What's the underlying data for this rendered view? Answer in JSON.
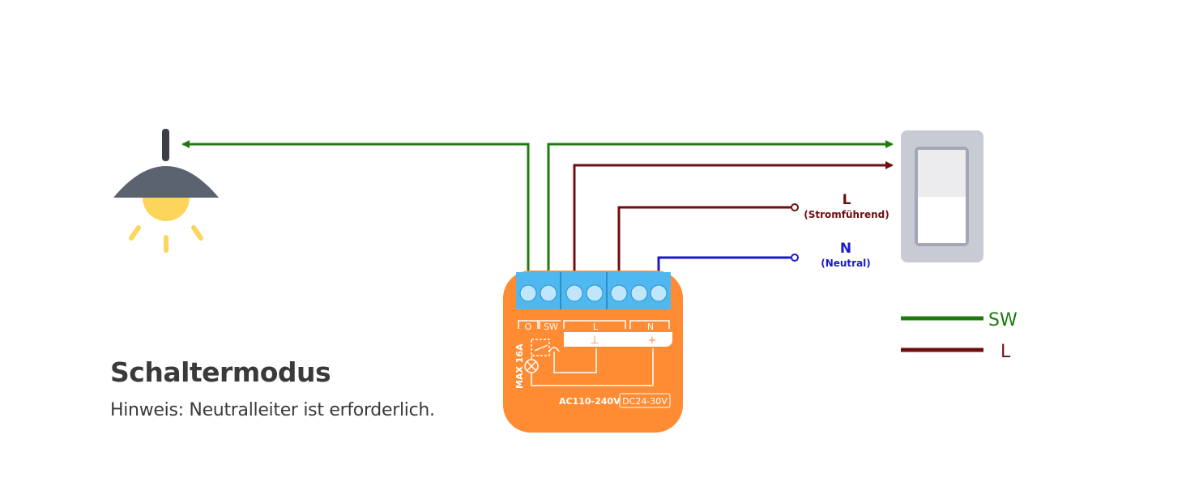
{
  "title": "Schaltermodus",
  "note": "Hinweis: Neutralleiter ist erforderlich.",
  "module": {
    "terminal_labels": [
      "O",
      "SW",
      "L",
      "N"
    ],
    "ground_symbol": "⊥",
    "plus_symbol": "+",
    "max_rating": "MAX 16A",
    "ac_rating": "AC110-240V",
    "dc_rating": "DC24-30V"
  },
  "supply": {
    "live_label": "L",
    "live_sub": "(Stromführend)",
    "neutral_label": "N",
    "neutral_sub": "(Neutral)"
  },
  "legend": [
    {
      "label": "SW",
      "color": "#1f7a0f"
    },
    {
      "label": "L",
      "color": "#6e0f0f"
    }
  ],
  "colors": {
    "switch_wire": "#1f7a0f",
    "live_wire": "#6e0f0f",
    "neutral_wire": "#1a1acc",
    "module_body": "#ff8c33",
    "terminal_block": "#4fb8f0",
    "lamp_shade": "#5b6270",
    "lamp_bulb": "#fdd55a",
    "switch_frame": "#c8cad4"
  },
  "icons": {
    "lamp": "pendant-lamp-icon",
    "wall_switch": "wall-switch-icon"
  }
}
